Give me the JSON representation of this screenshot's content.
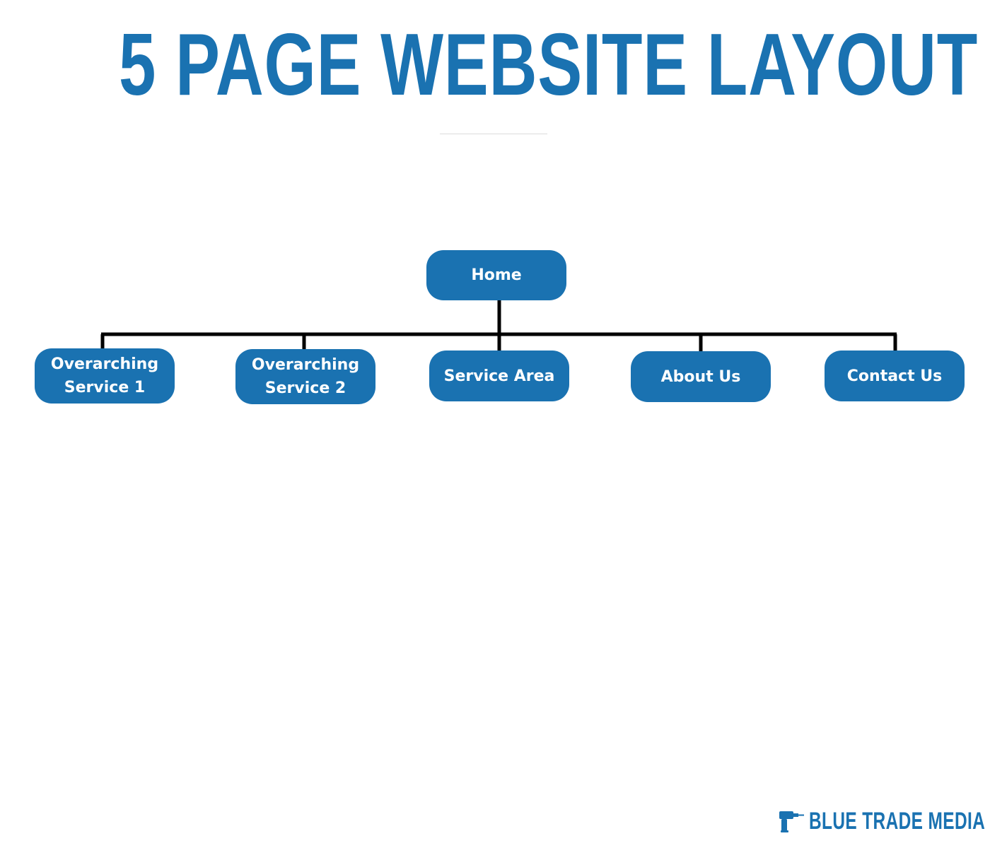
{
  "title": "5 PAGE WEBSITE LAYOUT",
  "colors": {
    "primary": "#1a72b1",
    "connector": "#000000",
    "node_text": "#ffffff"
  },
  "diagram": {
    "root": {
      "label": "Home"
    },
    "children": [
      {
        "label": "Overarching Service 1"
      },
      {
        "label": "Overarching Service 2"
      },
      {
        "label": "Service Area"
      },
      {
        "label": "About Us"
      },
      {
        "label": "Contact Us"
      }
    ]
  },
  "brand": {
    "name": "BLUE TRADE MEDIA",
    "icon": "drill-icon"
  }
}
